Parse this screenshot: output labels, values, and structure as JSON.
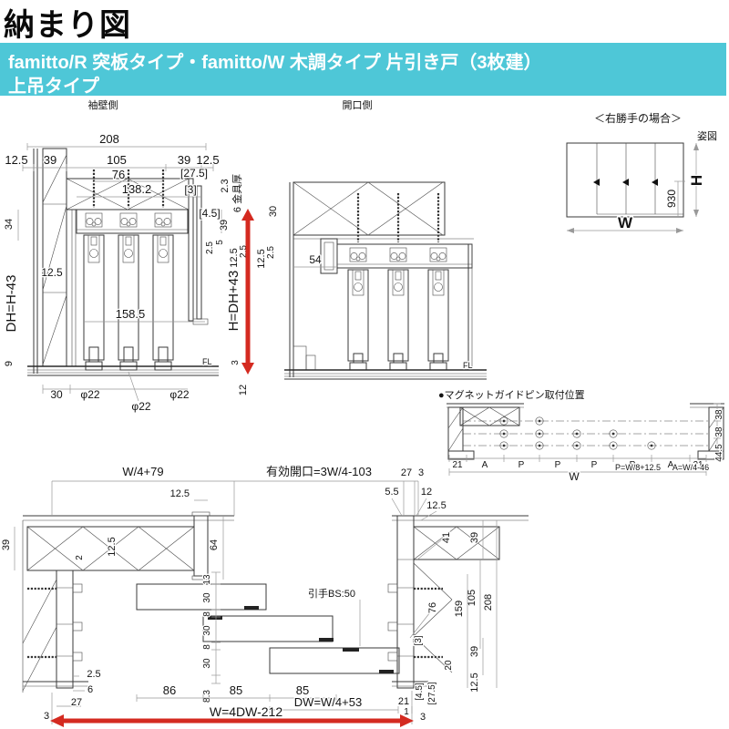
{
  "page": {
    "title": "納まり図"
  },
  "banner": {
    "line1": "famitto/R 突板タイプ・famitto/W 木調タイプ 片引き戸（3枚建）",
    "line2": "上吊タイプ"
  },
  "colors": {
    "banner": "#4ec7d7",
    "arrow_red": "#d42a20"
  },
  "sections": {
    "left_title": "袖壁側",
    "mid_title": "開口側",
    "elev_note": "＜右勝手の場合＞",
    "elev_title": "姿図",
    "magnet_title": "●マグネットガイドピン取付位置"
  },
  "left": {
    "d208": "208",
    "d12_5L": "12.5",
    "d39L": "39",
    "d105": "105",
    "d39R": "39",
    "d12_5R": "12.5",
    "d76": "76",
    "d27_5": "[27.5]",
    "d138_2": "138.2",
    "d3br": "[3]",
    "d2_3": "2.3",
    "d6kanagu": "6 金具厚",
    "d4_5": "[4.5]",
    "d39v": "39",
    "d34": "34",
    "d2_5a": "2.5",
    "d5": "5",
    "d12_5v": "12.5",
    "d2_5b": "2.5",
    "dh_formula": "DH=H-43",
    "d12_5p": "12.5",
    "d158_5": "158.5",
    "d9": "9",
    "d30": "30",
    "phi22a": "φ22",
    "phi22b": "φ22",
    "phi22c": "φ22",
    "fl": "FL",
    "d3v": "3",
    "d12v": "12",
    "h_formula": "H=DH+43"
  },
  "mid": {
    "d30": "30",
    "d12_5": "12.5",
    "d2_5": "2.5",
    "d54": "54",
    "fl": "FL"
  },
  "elev": {
    "w": "W",
    "h": "H",
    "d930": "930"
  },
  "magnet": {
    "d21L": "21",
    "a1": "A",
    "p1": "P",
    "p2": "P",
    "p3": "P",
    "p4": "P",
    "a2": "A",
    "d21R": "21",
    "w": "W",
    "pf": "P=W/8+12.5",
    "af": "A=W/4-46",
    "d38a": "38",
    "d38b": "38",
    "d44_5": "44.5"
  },
  "plan": {
    "w4_79": "W/4+79",
    "d12_5a": "12.5",
    "opening": "有効開口=3W/4-103",
    "d27t": "27",
    "d3t": "3",
    "d5_5": "5.5",
    "d12": "12",
    "d12_5b": "12.5",
    "d39L": "39",
    "d2": "2",
    "d12_5c": "12.5",
    "d64": "64",
    "d13": "13",
    "t30a": "30",
    "t8a": "8",
    "t30b": "30",
    "t8b": "8",
    "t30c": "30",
    "t8_3": "8.3",
    "hikite": "引手BS:50",
    "d41": "41",
    "d39a": "39",
    "d105": "105",
    "d208": "208",
    "d159": "159",
    "d76": "76",
    "d3br": "[3]",
    "d39b": "39",
    "d20": "20",
    "d12_5d": "12.5",
    "d4_5": "[4.5]",
    "d27_5": "[27.5]",
    "d2_5": "2.5",
    "d6": "6",
    "d27": "27",
    "d3L": "3",
    "d86": "86",
    "d85a": "85",
    "d85b": "85",
    "dw_formula": "DW=W/4+53",
    "d21": "21",
    "d1": "1",
    "d3R": "3",
    "w_formula": "W=4DW-212"
  }
}
